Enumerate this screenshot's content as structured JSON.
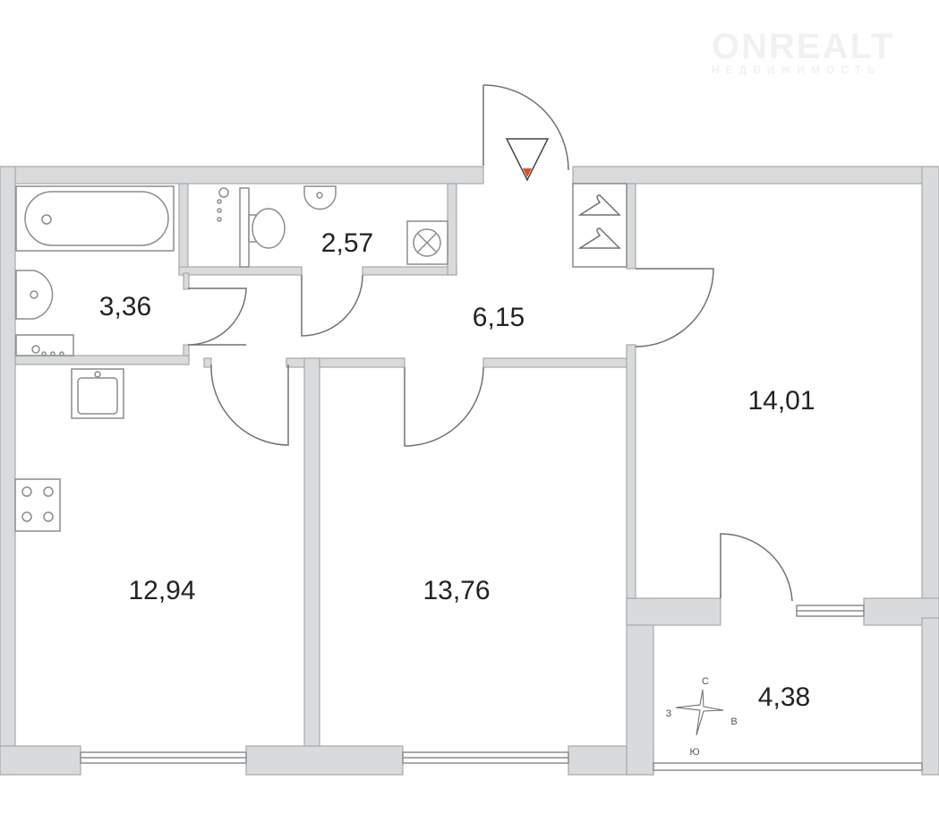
{
  "logo": {
    "name": "ONREALT",
    "tagline": "НЕДВИЖИМОСТЬ"
  },
  "rooms": [
    {
      "id": "bathroom",
      "area": "3,36"
    },
    {
      "id": "toilet",
      "area": "2,57"
    },
    {
      "id": "hallway",
      "area": "6,15"
    },
    {
      "id": "bedroom",
      "area": "14,01"
    },
    {
      "id": "kitchen",
      "area": "12,94"
    },
    {
      "id": "living-room",
      "area": "13,76"
    },
    {
      "id": "balcony",
      "area": "4,38"
    }
  ],
  "compass": {
    "north": "С",
    "south": "Ю",
    "west": "З",
    "east": "В"
  },
  "colors": {
    "wall": "#d9dadb",
    "entry_marker": "#e0501e"
  }
}
